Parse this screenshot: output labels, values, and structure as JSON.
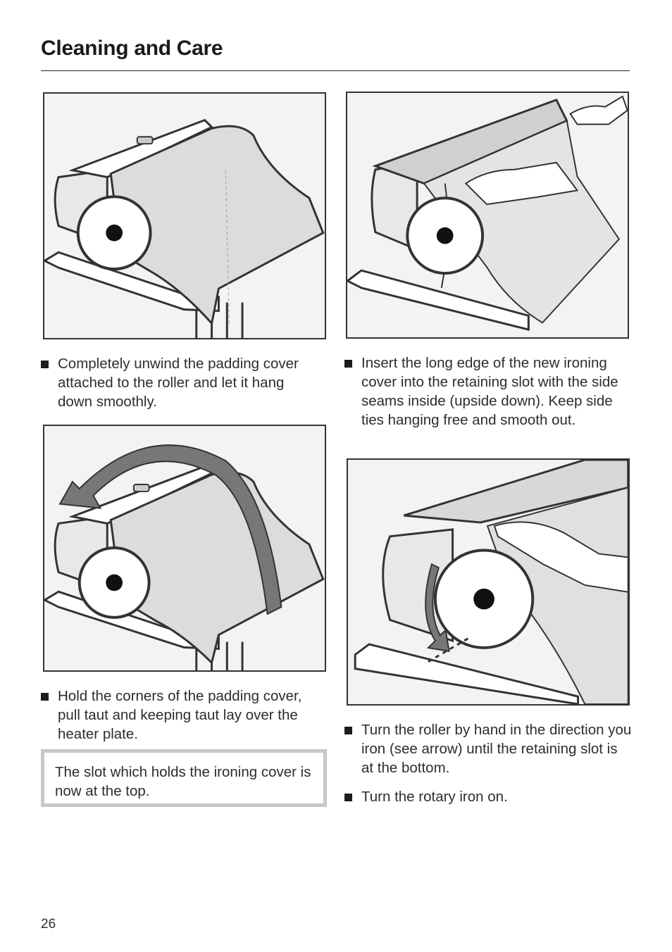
{
  "header": {
    "title": "Cleaning and Care"
  },
  "steps": [
    {
      "text": "Completely unwind the padding cover attached to the roller and let it hang down smoothly."
    },
    {
      "text": "Hold the corners of the padding cover, pull taut and keeping taut lay over the heater plate."
    },
    {
      "text": "Insert the long edge of the new ironing cover into the retaining slot with the side seams inside (upside down). Keep side ties hanging free and smooth out."
    },
    {
      "text": "Turn the roller by hand in the direction you iron (see arrow) until the retaining slot is at the bottom."
    },
    {
      "text": "Turn the rotary iron on."
    }
  ],
  "note": {
    "text": "The slot which holds the ironing cover is now at the top."
  },
  "footer": {
    "page_number": "26"
  }
}
